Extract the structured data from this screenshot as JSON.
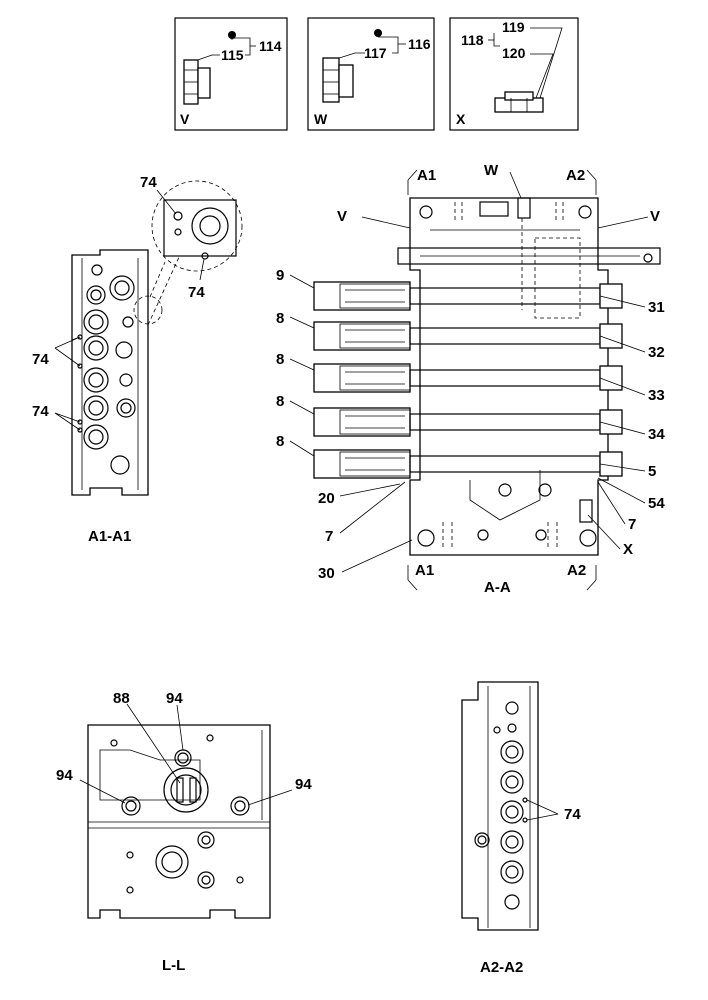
{
  "detail_boxes": [
    {
      "letter": "V",
      "top_label": "114",
      "bottom_label": "115"
    },
    {
      "letter": "W",
      "top_label": "116",
      "bottom_label": "117"
    },
    {
      "letter": "X",
      "left_label": "118",
      "top_label": "119",
      "bottom_label": "120"
    }
  ],
  "main_view": {
    "caption": "A-A",
    "section_marks": [
      "A1",
      "A2",
      "A1",
      "A2"
    ],
    "left_callouts": [
      "9",
      "8",
      "8",
      "8",
      "8",
      "20",
      "7",
      "30"
    ],
    "right_callouts": [
      "31",
      "32",
      "33",
      "34",
      "5",
      "54",
      "7",
      "X"
    ],
    "top_callouts": [
      "W",
      "V",
      "V"
    ]
  },
  "side_view_a1": {
    "caption": "A1-A1",
    "callouts": [
      "74",
      "74",
      "74",
      "74"
    ]
  },
  "side_view_a2": {
    "caption": "A2-A2",
    "callouts": [
      "74"
    ]
  },
  "bottom_view": {
    "caption": "L-L",
    "callouts": [
      "88",
      "94",
      "94",
      "94"
    ]
  }
}
